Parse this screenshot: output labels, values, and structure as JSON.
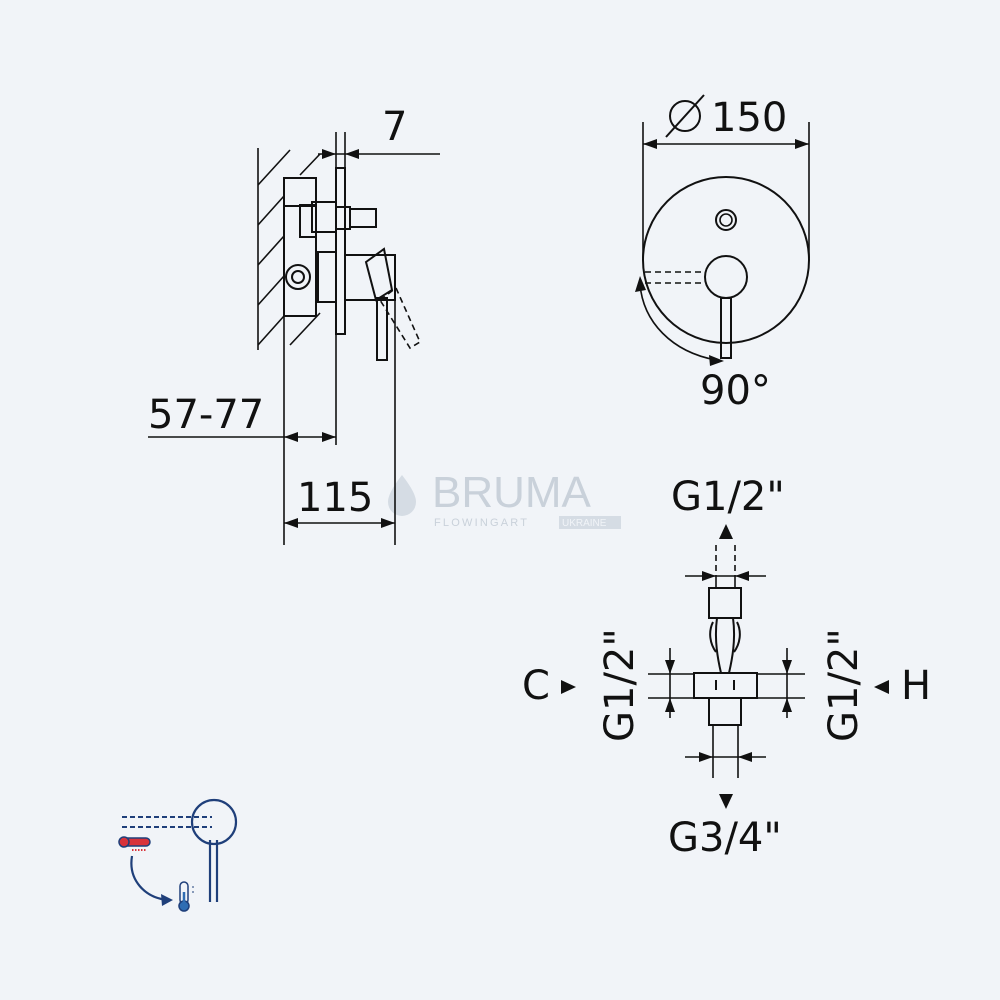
{
  "side_view": {
    "dim_depth_plate": "7",
    "dim_install_depth": "57-77",
    "dim_total_depth": "115"
  },
  "front_view": {
    "dim_diameter": "150",
    "dim_rotation": "90°"
  },
  "connections": {
    "top": "G1/2\"",
    "left": "G1/2\"",
    "right": "G1/2\"",
    "bottom": "G3/4\"",
    "cold_label": "C",
    "hot_label": "H"
  },
  "watermark": {
    "brand": "BRUMA",
    "tagline": "FLOWINGART",
    "region": "UKRAINE"
  },
  "colors": {
    "line": "#111111",
    "background": "#f1f4f8",
    "icon_blue": "#1f3f7a",
    "hot_red": "#d9323a",
    "watermark": "#c9d1da"
  },
  "icons": {
    "diameter": "diameter-symbol-icon",
    "temperature": "thermometer-icon",
    "usage": "mixer-usage-icon"
  }
}
